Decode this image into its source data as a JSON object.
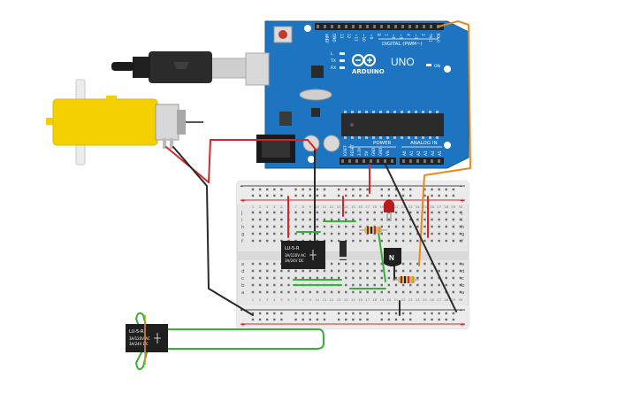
{
  "arduino": {
    "brand": "ARDUINO",
    "model": "UNO",
    "digital_label": "DIGITAL (PWM~)",
    "power_label": "POWER",
    "analog_label": "ANALOG IN",
    "on_label": "ON",
    "led_labels": [
      "L",
      "TX",
      "RX"
    ],
    "digital_pins": [
      "AREF",
      "GND",
      "13",
      "12",
      "~11",
      "~10",
      "~9",
      "8",
      "7",
      "~6",
      "~5",
      "4",
      "~3",
      "2",
      "TX 1",
      "RX 0"
    ],
    "power_pins": [
      "IOREF",
      "RESET",
      "3.3V",
      "5V",
      "GND",
      "GND",
      "Vin"
    ],
    "analog_pins": [
      "A0",
      "A1",
      "A2",
      "A3",
      "A4",
      "A5"
    ]
  },
  "breadboard": {
    "row_letters": [
      "j",
      "i",
      "h",
      "g",
      "f",
      "e",
      "d",
      "c",
      "b",
      "a"
    ],
    "column_numbers": [
      "1",
      "2",
      "3",
      "4",
      "5",
      "6",
      "7",
      "8",
      "9",
      "10",
      "11",
      "12",
      "13",
      "14",
      "15",
      "16",
      "17",
      "18",
      "19",
      "20",
      "21",
      "22",
      "23",
      "24",
      "25",
      "26",
      "27",
      "28",
      "29",
      "30"
    ],
    "rail_plus": "+",
    "rail_minus": "-"
  },
  "relay_main": {
    "model": "LU-5-R",
    "rating_line1": "3A/120V AC",
    "rating_line2": "3A/24V DC"
  },
  "relay_external": {
    "model": "LU-5-R",
    "rating_line1": "3A/120V AC",
    "rating_line2": "3A/24V DC"
  },
  "transistor": {
    "label": "N"
  },
  "colors": {
    "board": "#1d74c0",
    "board_dark": "#155b98",
    "wire_red": "#d42727",
    "wire_orange": "#e8891a",
    "wire_green": "#34b233",
    "wire_black": "#2a2a2a",
    "motor_yellow": "#f5d000",
    "breadboard": "#e9e9e9"
  }
}
